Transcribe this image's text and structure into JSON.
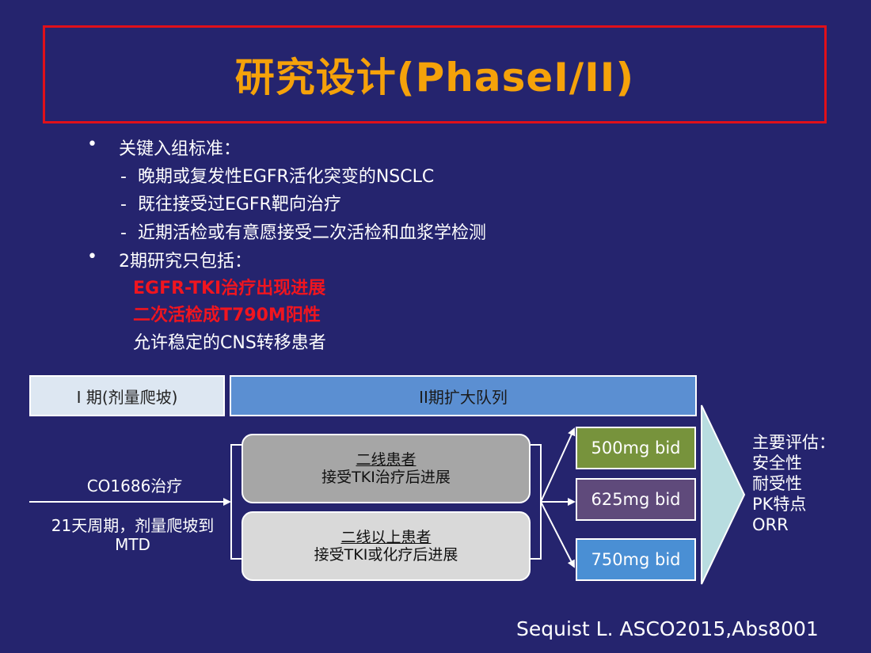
{
  "title": "研究设计(PhaseI/II)",
  "criteria": {
    "heading": "关键入组标准：",
    "items": [
      "晚期或复发性EGFR活化突变的NSCLC",
      "既往接受过EGFR靶向治疗",
      "近期活检或有意愿接受二次活检和血浆学检测"
    ]
  },
  "phase2_only": {
    "heading": "2期研究只包括：",
    "red_items": [
      "EGFR-TKI治疗出现进展",
      "二次活检成T790M阳性"
    ],
    "item": "允许稳定的CNS转移患者"
  },
  "diagram": {
    "phase1_label": "I 期(剂量爬坡)",
    "phase2_label": "II期扩大队列",
    "treatment": "CO1686治疗",
    "escalation": [
      "21天周期，剂量爬坡到",
      "MTD"
    ],
    "cohort_second_line": {
      "title": "二线患者",
      "subtitle": "接受TKI治疗后进展"
    },
    "cohort_later_line": {
      "title": "二线以上患者",
      "subtitle": "接受TKI或化疗后进展"
    },
    "doses": [
      {
        "label": "500mg bid",
        "color": "#77933c"
      },
      {
        "label": "625mg bid",
        "color": "#5f4a7b"
      },
      {
        "label": "750mg bid",
        "color": "#4a8fd4"
      }
    ],
    "endpoints": {
      "heading": "主要评估：",
      "items": [
        "安全性",
        "耐受性",
        "PK特点",
        "ORR"
      ]
    }
  },
  "citation": "Sequist L. ASCO2015,Abs8001",
  "colors": {
    "background": "#25246e",
    "title": "#f5a20a",
    "title_border": "#e0101a",
    "highlight_red": "#f0151f",
    "cohort_dark": "#a6a6a6",
    "cohort_light": "#d9d9d9",
    "big_arrow": "#b8dde0"
  }
}
